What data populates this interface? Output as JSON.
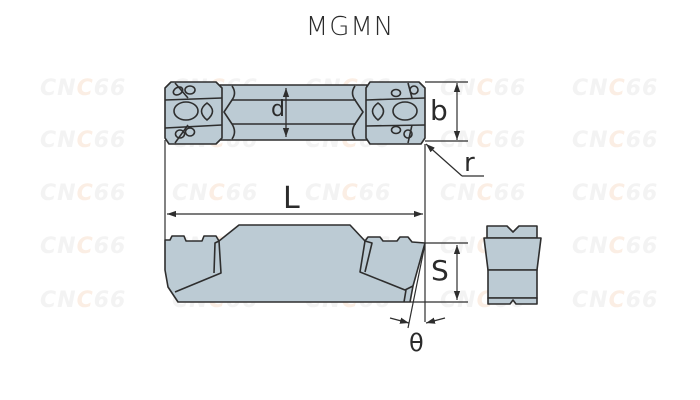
{
  "title": "MGMN",
  "watermark": {
    "text_a": "CN",
    "text_b": "C",
    "text_c": "66"
  },
  "watermark_columns": [
    40,
    172,
    305,
    440,
    572
  ],
  "watermark_rows": [
    76,
    128,
    181,
    234,
    288
  ],
  "labels": {
    "d": "d",
    "b": "b",
    "r": "r",
    "L": "L",
    "S": "S",
    "theta": "θ"
  },
  "colors": {
    "part_fill": "#bccbd4",
    "line": "#2e2e2e",
    "watermark_gray": "#f3f3f3",
    "watermark_orange": "#fbeee4"
  }
}
